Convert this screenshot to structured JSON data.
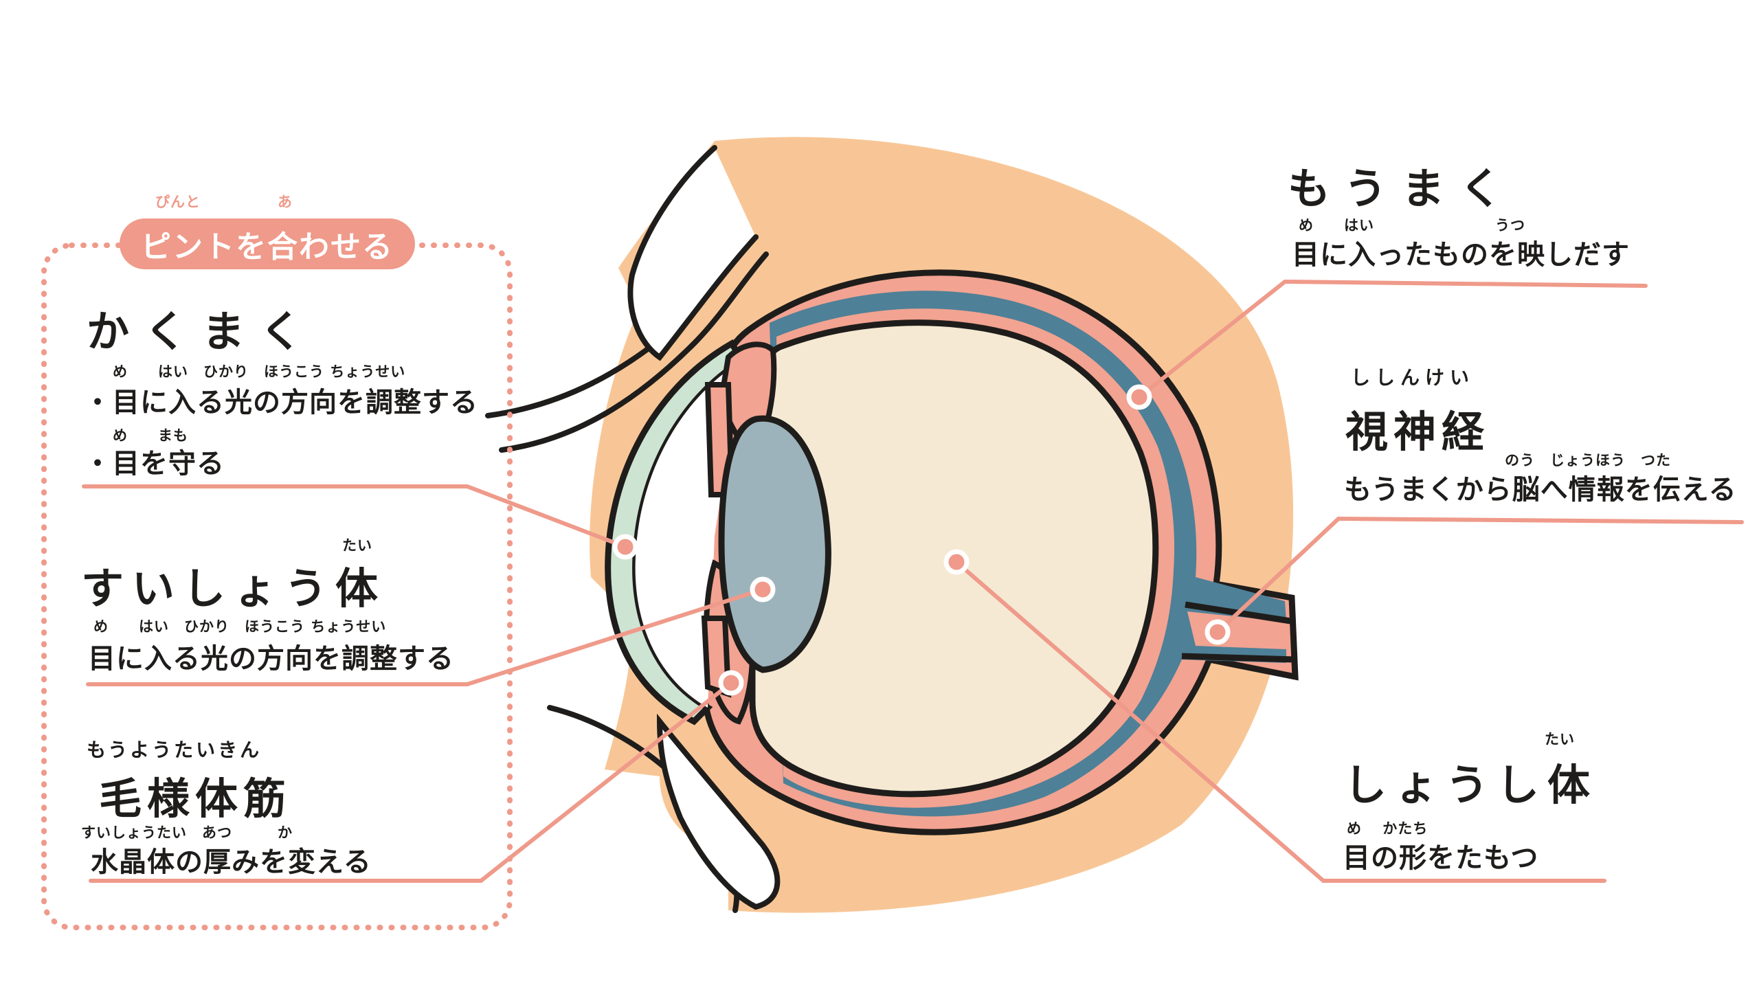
{
  "colors": {
    "skin": "#f8c696",
    "retina_pink": "#f2a391",
    "choroid_blue": "#4e8097",
    "vitreous": "#f5e9d3",
    "lens": "#9db3bc",
    "cornea": "#cde4d3",
    "accent": "#ef9a8a",
    "outline": "#1f1d1b"
  },
  "focus_group": {
    "pill_label": "ピントを合わせる",
    "pill_ruby_1": "ぴんと",
    "pill_ruby_2": "あ"
  },
  "kakumaku": {
    "title": "かくまく",
    "ruby_1": "め　　はい　ひかり　ほうこう ちょうせい",
    "line_1": "・目に入る光の方向を調整する",
    "ruby_2": "め　　まも",
    "line_2": "・目を守る"
  },
  "suishoutai": {
    "title_ruby": "たい",
    "title": "すいしょう体",
    "ruby": "め　　はい　ひかり　ほうこう ちょうせい",
    "desc": "目に入る光の方向を調整する"
  },
  "moyoutaikin": {
    "title_ruby": "もうようたいきん",
    "title": "毛様体筋",
    "ruby": "すいしょうたい　あつ　　　か",
    "desc": "水晶体の厚みを変える"
  },
  "moumaku": {
    "title": "もうまく",
    "ruby": "め　　はい　　　　　　　　うつ",
    "desc": "目に入ったものを映しだす"
  },
  "shishinkei": {
    "title_ruby": "ししんけい",
    "title": "視神経",
    "ruby": "のう　じょうほう　つた",
    "desc": "もうまくから脳へ情報を伝える"
  },
  "shoushitai": {
    "title_ruby": "たい",
    "title": "しょうし体",
    "ruby": "め　 かたち",
    "desc": "目の形をたもつ"
  }
}
